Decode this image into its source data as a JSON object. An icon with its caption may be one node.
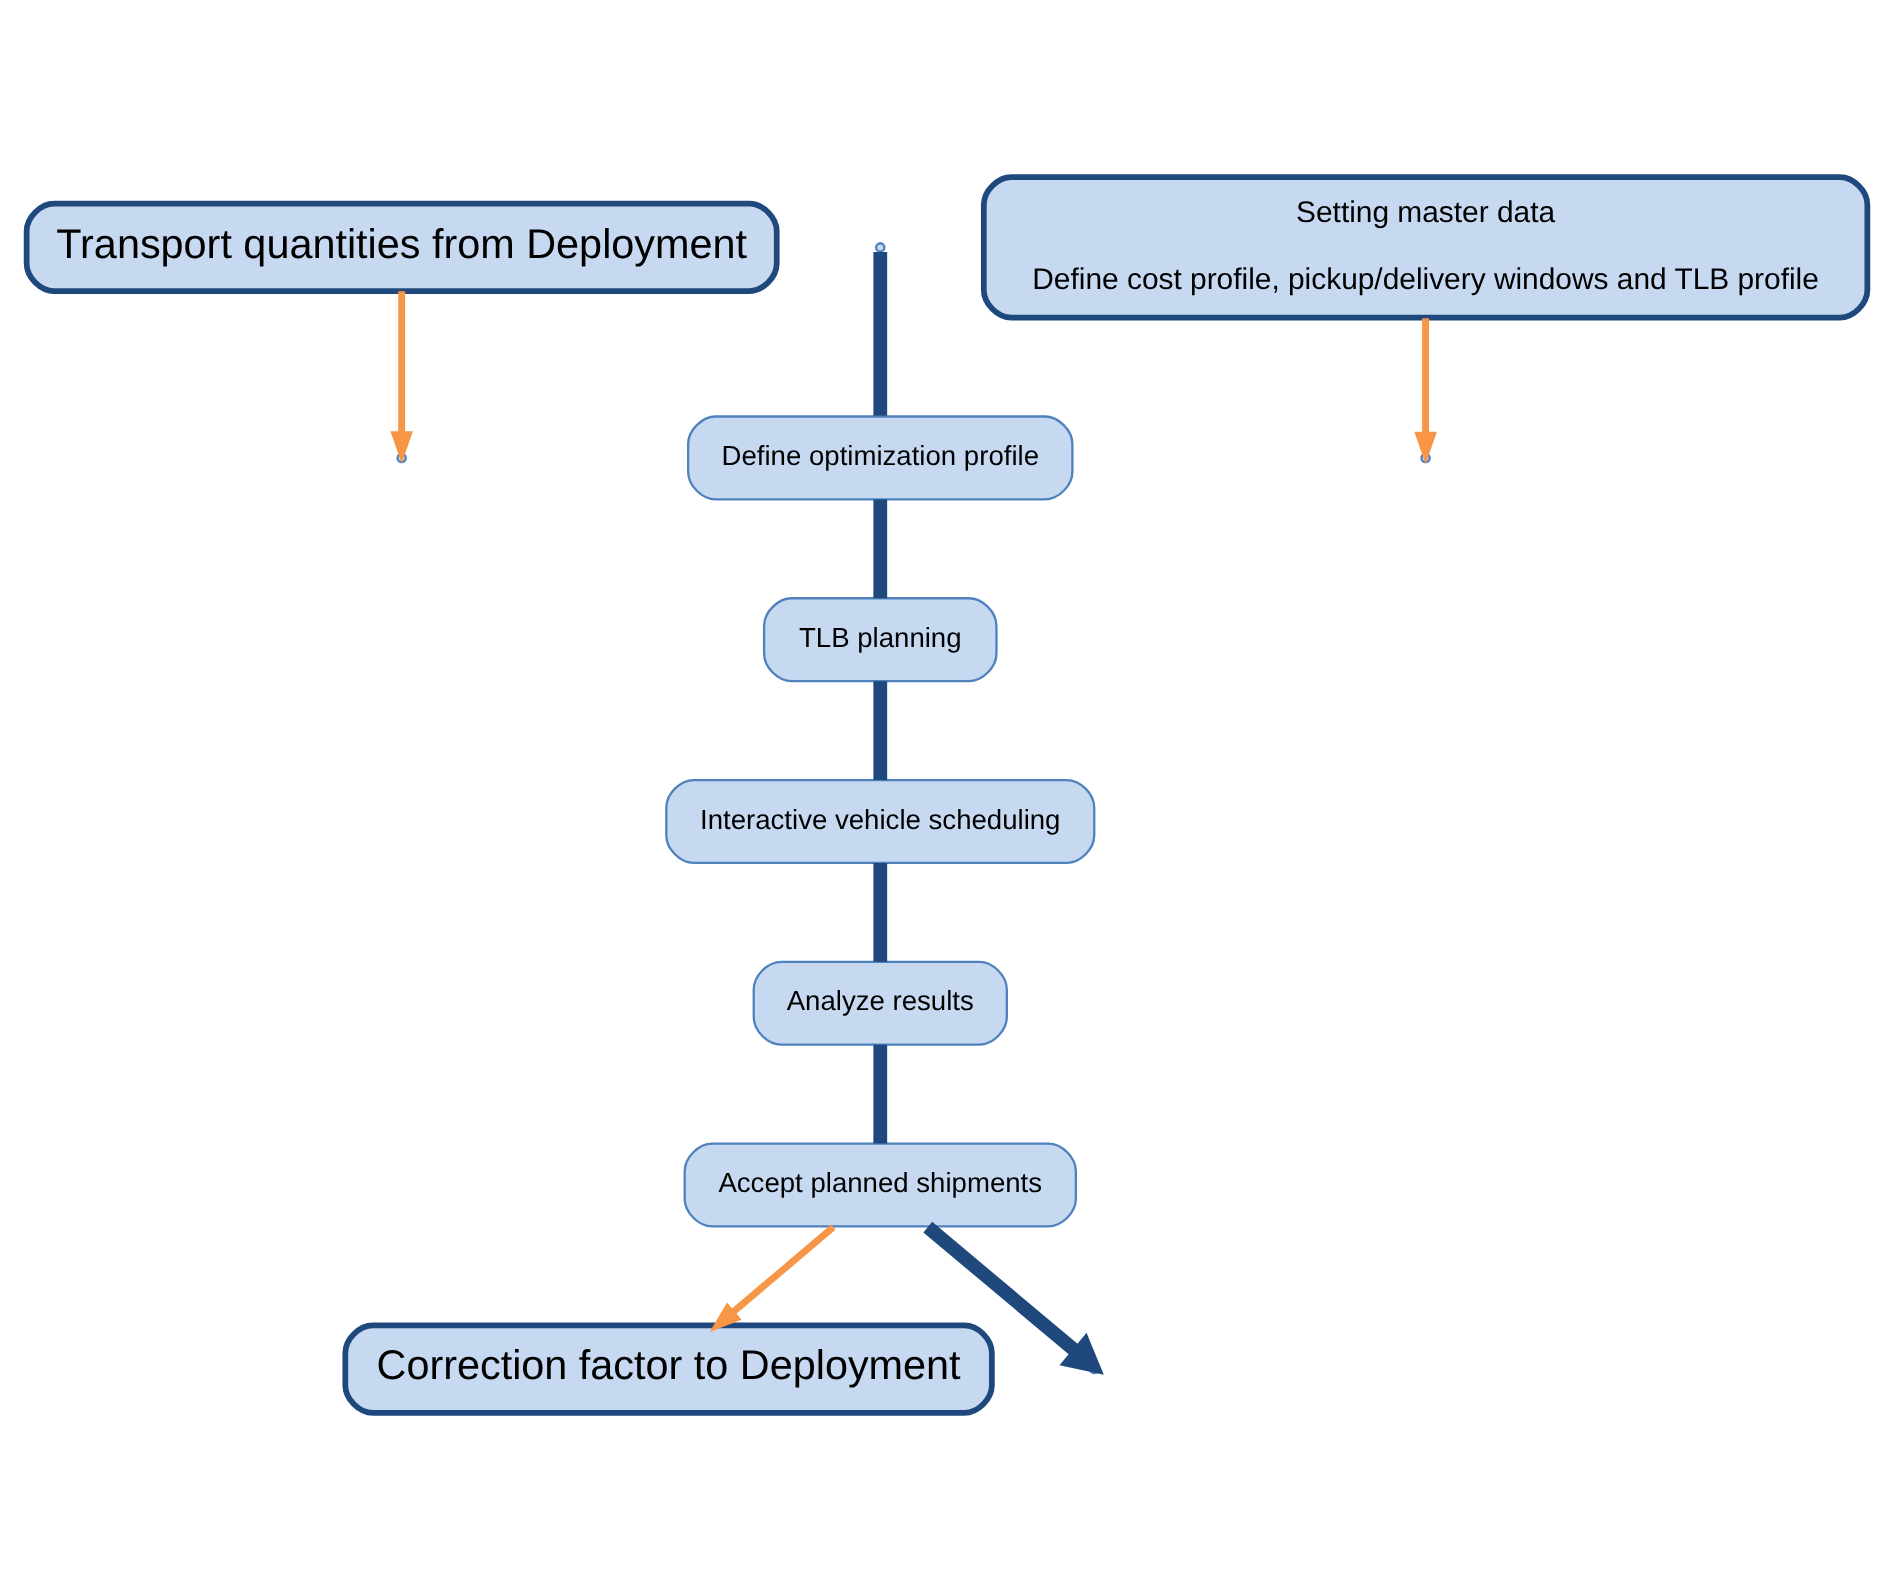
{
  "diagram": {
    "nodes": [
      {
        "text": [
          "Transport quantities from Deployment"
        ]
      },
      {
        "text": [
          "TLB planning"
        ]
      },
      {
        "text": [
          "Define optimization profile"
        ]
      },
      {
        "text": [
          "Interactive vehicle scheduling"
        ]
      },
      {
        "text": [
          "Setting master data",
          "Define cost profile, pickup/delivery windows and TLB profile"
        ]
      },
      {
        "text": [
          "Analyze results"
        ]
      },
      {
        "text": [
          "Accept planned shipments"
        ]
      },
      {
        "text": [
          "Correction factor to Deployment"
        ]
      }
    ],
    "edges": [
      {
        "from": 0,
        "to": null,
        "arrow": "to",
        "color": "#f79646"
      },
      {
        "from": 4,
        "to": null,
        "arrow": "to",
        "color": "#f79646"
      },
      {
        "from": null,
        "to": 2,
        "arrow": "none"
      },
      {
        "from": 2,
        "to": 1,
        "arrow": "none"
      },
      {
        "from": 1,
        "to": 3,
        "arrow": "none"
      },
      {
        "from": 3,
        "to": 5,
        "arrow": "none"
      },
      {
        "from": 5,
        "to": 6,
        "arrow": "none"
      },
      {
        "from": 6,
        "to": null,
        "arrow": "to"
      },
      {
        "from": 6,
        "to": 7,
        "arrow": "to",
        "color": "#f79646"
      }
    ]
  }
}
